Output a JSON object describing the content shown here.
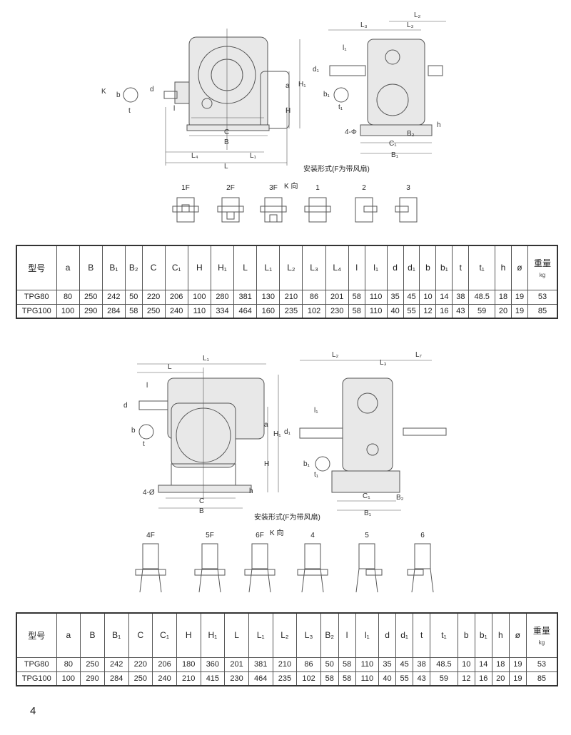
{
  "drawing1": {
    "labels": {
      "K": "K",
      "b": "b",
      "t": "t",
      "d": "d",
      "l": "l",
      "C": "C",
      "B": "B",
      "L4": "L₄",
      "L1": "L₁",
      "L": "L",
      "a": "a",
      "H": "H",
      "H1": "H₁",
      "d1": "d₁",
      "L2": "L₂",
      "L3": "L₃",
      "L3b": "L₃",
      "l1": "l₁",
      "b1": "b₁",
      "t1": "t₁",
      "h": "h",
      "phi": "4-Φ",
      "C1": "C₁",
      "B2": "B₂",
      "B1": "B₁"
    },
    "caption": "安装形式(F为带风扇)",
    "k_view": "K 向",
    "mounts": [
      "1F",
      "2F",
      "3F",
      "1",
      "2",
      "3"
    ]
  },
  "table1": {
    "headers": [
      "型号",
      "a",
      "B",
      "B₁",
      "B₂",
      "C",
      "C₁",
      "H",
      "H₁",
      "L",
      "L₁",
      "L₂",
      "L₃",
      "L₄",
      "l",
      "l₁",
      "d",
      "d₁",
      "b",
      "b₁",
      "t",
      "t₁",
      "h",
      "ø",
      "重量"
    ],
    "weight_unit": "kg",
    "rows": [
      [
        "TPG80",
        "80",
        "250",
        "242",
        "50",
        "220",
        "206",
        "100",
        "280",
        "381",
        "130",
        "210",
        "86",
        "201",
        "58",
        "110",
        "35",
        "45",
        "10",
        "14",
        "38",
        "48.5",
        "18",
        "19",
        "53"
      ],
      [
        "TPG100",
        "100",
        "290",
        "284",
        "58",
        "250",
        "240",
        "110",
        "334",
        "464",
        "160",
        "235",
        "102",
        "230",
        "58",
        "110",
        "40",
        "55",
        "12",
        "16",
        "43",
        "59",
        "20",
        "19",
        "85"
      ]
    ]
  },
  "drawing2": {
    "labels": {
      "L1": "L₁",
      "L": "L",
      "l": "l",
      "d": "d",
      "b": "b",
      "t": "t",
      "a": "a",
      "H": "H",
      "H1": "H₁",
      "h": "h",
      "phi": "4-Ø",
      "C": "C",
      "B": "B",
      "L2": "L₂",
      "L3": "L₃",
      "L7": "L₇",
      "l1": "l₁",
      "d1": "d₁",
      "b1": "b₁",
      "t1": "t₁",
      "C1": "C₁",
      "B2": "B₂",
      "B1": "B₁"
    },
    "caption": "安装形式(F为带风扇)",
    "k_view": "K 向",
    "mounts": [
      "4F",
      "5F",
      "6F",
      "4",
      "5",
      "6"
    ]
  },
  "table2": {
    "headers": [
      "型号",
      "a",
      "B",
      "B₁",
      "C",
      "C₁",
      "H",
      "H₁",
      "L",
      "L₁",
      "L₂",
      "L₃",
      "B₂",
      "l",
      "l₁",
      "d",
      "d₁",
      "t",
      "t₁",
      "b",
      "b₁",
      "h",
      "ø",
      "重量"
    ],
    "weight_unit": "kg",
    "rows": [
      [
        "TPG80",
        "80",
        "250",
        "242",
        "220",
        "206",
        "180",
        "360",
        "201",
        "381",
        "210",
        "86",
        "50",
        "58",
        "110",
        "35",
        "45",
        "38",
        "48.5",
        "10",
        "14",
        "18",
        "19",
        "53"
      ],
      [
        "TPG100",
        "100",
        "290",
        "284",
        "250",
        "240",
        "210",
        "415",
        "230",
        "464",
        "235",
        "102",
        "58",
        "58",
        "110",
        "40",
        "55",
        "43",
        "59",
        "12",
        "16",
        "20",
        "19",
        "85"
      ]
    ]
  },
  "page_number": "4"
}
